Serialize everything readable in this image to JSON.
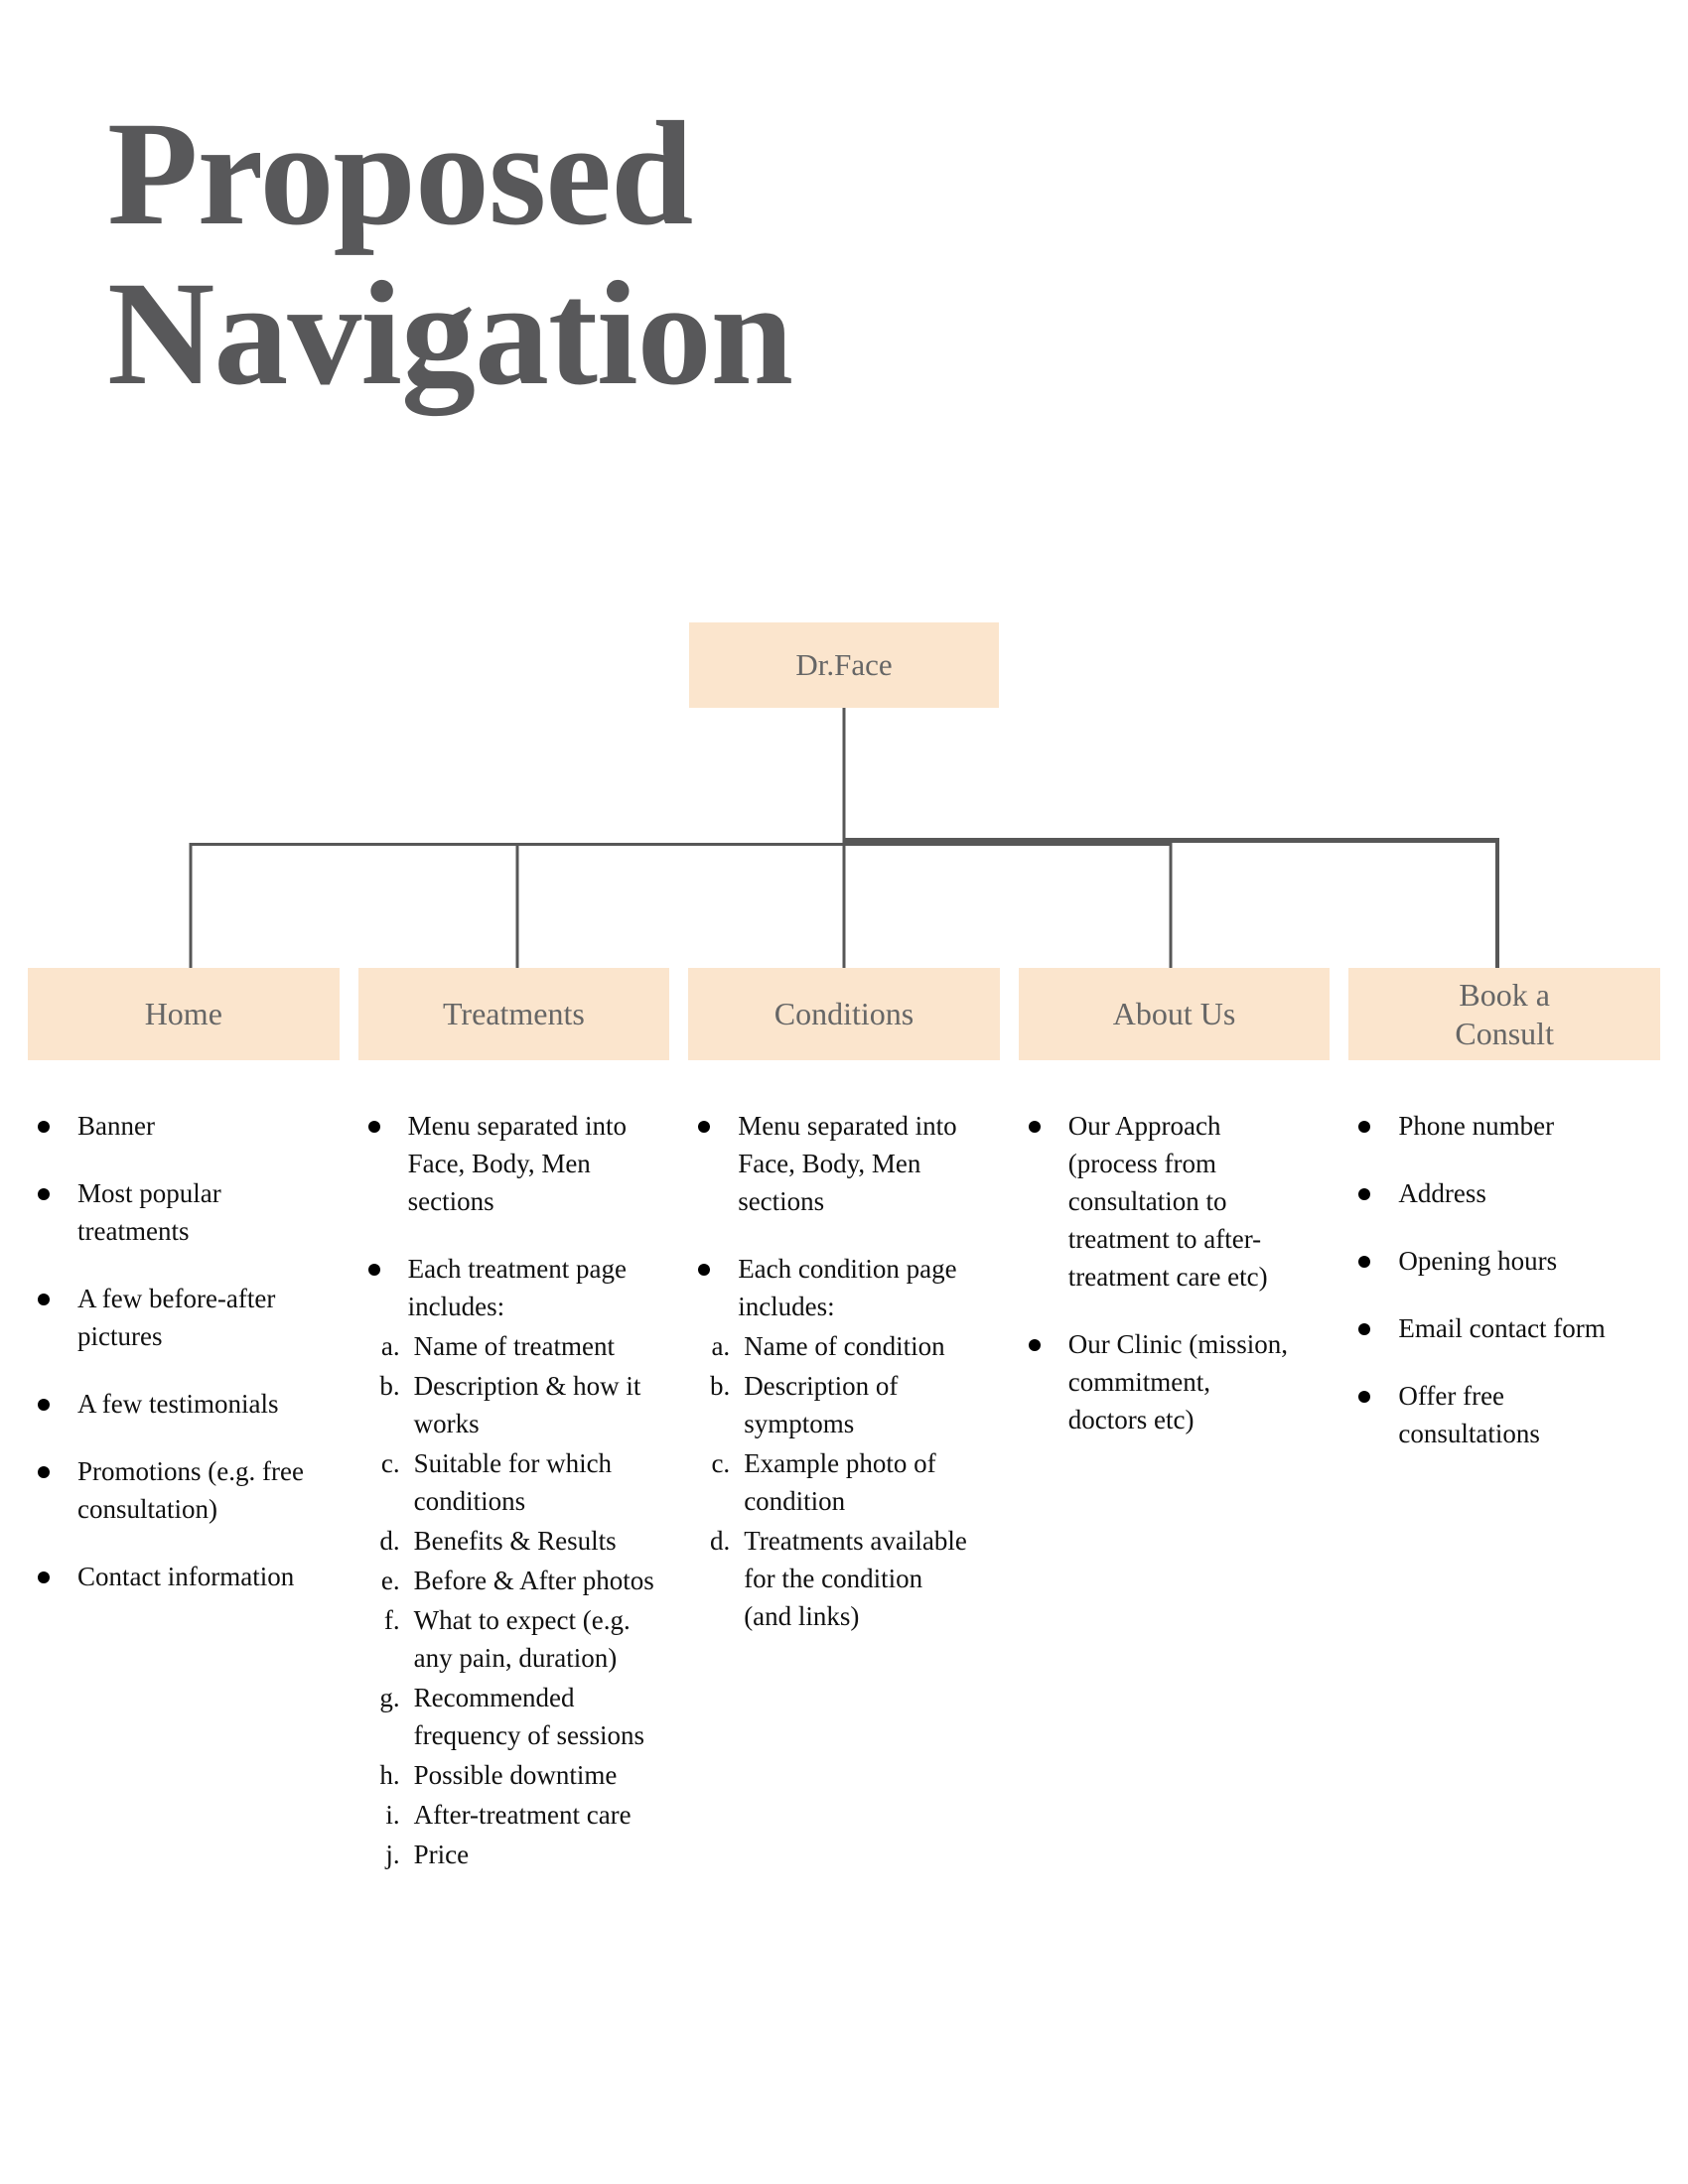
{
  "title": "Proposed Navigation",
  "root": {
    "label": "Dr.Face"
  },
  "colors": {
    "node_fill": "#FBE5CD",
    "connector": "#575757",
    "node_text": "#666666",
    "title_text": "#58585A",
    "body_text": "#111111"
  },
  "columns": [
    {
      "label": "Home",
      "items": [
        {
          "text": "Banner"
        },
        {
          "text": "Most popular treatments"
        },
        {
          "text": "A few before-after pictures"
        },
        {
          "text": "A few testimonials"
        },
        {
          "text": "Promotions (e.g. free consultation)"
        },
        {
          "text": "Contact information"
        }
      ]
    },
    {
      "label": "Treatments",
      "items": [
        {
          "text": "Menu separated into Face, Body, Men sections"
        },
        {
          "text": "Each treatment page includes:",
          "sub": [
            {
              "marker": "a.",
              "text": "Name of treatment"
            },
            {
              "marker": "b.",
              "text": "Description & how it works"
            },
            {
              "marker": "c.",
              "text": "Suitable for which conditions"
            },
            {
              "marker": "d.",
              "text": "Benefits & Results"
            },
            {
              "marker": "e.",
              "text": "Before & After photos"
            },
            {
              "marker": "f.",
              "text": "What to expect (e.g. any pain, duration)"
            },
            {
              "marker": "g.",
              "text": "Recommended frequency of sessions"
            },
            {
              "marker": "h.",
              "text": "Possible downtime"
            },
            {
              "marker": "i.",
              "text": "After-treatment care"
            },
            {
              "marker": "j.",
              "text": "Price"
            }
          ]
        }
      ]
    },
    {
      "label": "Conditions",
      "items": [
        {
          "text": "Menu separated into Face, Body, Men sections"
        },
        {
          "text": "Each condition page includes:",
          "sub": [
            {
              "marker": "a.",
              "text": "Name of condition"
            },
            {
              "marker": "b.",
              "text": "Description of symptoms"
            },
            {
              "marker": "c.",
              "text": "Example photo of condition"
            },
            {
              "marker": "d.",
              "text": "Treatments available for the condition (and links)"
            }
          ]
        }
      ]
    },
    {
      "label": "About Us",
      "items": [
        {
          "text": "Our Approach (process from consultation to treatment to after-treatment care etc)"
        },
        {
          "text": "Our Clinic (mission, commitment, doctors etc)"
        }
      ]
    },
    {
      "label": "Book a Consult",
      "items": [
        {
          "text": "Phone number"
        },
        {
          "text": "Address"
        },
        {
          "text": "Opening hours"
        },
        {
          "text": "Email contact form"
        },
        {
          "text": "Offer free consultations"
        }
      ]
    }
  ]
}
